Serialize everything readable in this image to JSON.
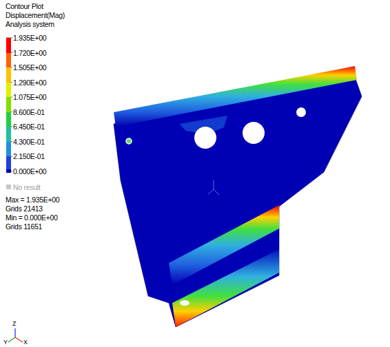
{
  "diagram": {
    "labels": [
      "Contour Plot",
      "Displacement(Mag)",
      "Analysis system",
      "Max = 1.935E+00",
      "Grids 21413",
      "Min = 0.000E+00",
      "Grids 11651",
      "Z",
      "Y",
      "X"
    ],
    "legend": [
      {
        "text": "1.935E+00",
        "color": "#ff0000"
      },
      {
        "text": "1.720E+00",
        "color": "#ff6000"
      },
      {
        "text": "1.505E+00",
        "color": "#ffc000"
      },
      {
        "text": "1.290E+00",
        "color": "#e0f000"
      },
      {
        "text": "1.075E+00",
        "color": "#80e000"
      },
      {
        "text": "8.600E-01",
        "color": "#20d040"
      },
      {
        "text": "6.450E-01",
        "color": "#20c0a0"
      },
      {
        "text": "4.300E-01",
        "color": "#2090e0"
      },
      {
        "text": "2.150E-01",
        "color": "#2040e0"
      },
      {
        "text": "0.000E+00",
        "color": "#0000b0"
      },
      {
        "text": "No result",
        "color": "#c8c8c8"
      }
    ]
  }
}
